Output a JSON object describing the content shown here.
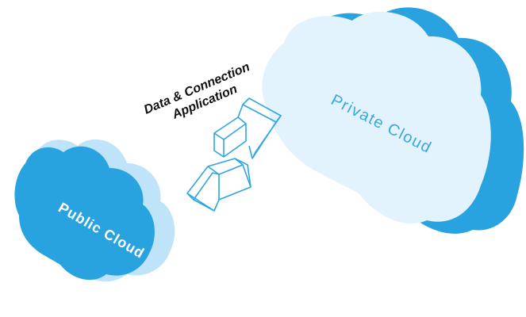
{
  "diagram": {
    "connection_label": {
      "line1": "Data & Connection",
      "line2": "Application"
    },
    "public_cloud": {
      "label": "Public Cloud"
    },
    "private_cloud": {
      "label": "Private Cloud"
    }
  },
  "colors": {
    "cloud_blue": "#29a3e0",
    "cloud_pale": "#e3f3fd",
    "cloud_side_light": "#bfe3f8",
    "arrow_stroke": "#2ca7e1",
    "text_dark": "#111111",
    "text_on_pale": "#3aa7e2",
    "text_on_blue": "#ffffff"
  }
}
